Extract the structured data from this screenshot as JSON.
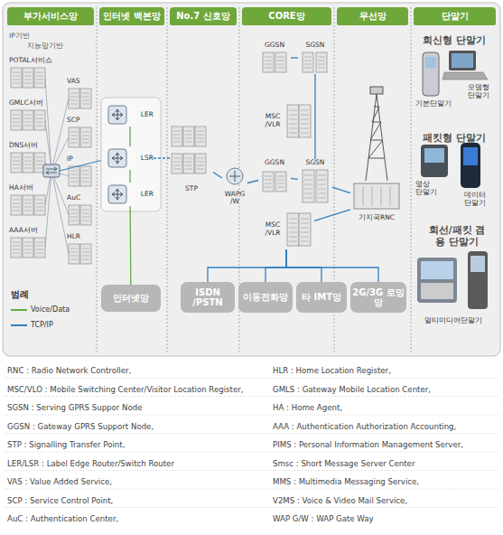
{
  "diagram": {
    "nodes": [
      {
        "text": [
          "부가서비스망"
        ]
      },
      {
        "text": [
          "인터넷 백본망"
        ]
      },
      {
        "text": [
          "No.7 신호망"
        ]
      },
      {
        "text": [
          "CORE망"
        ]
      },
      {
        "text": [
          "무선망"
        ]
      },
      {
        "text": [
          "단말기"
        ]
      },
      {
        "text": [
          "POTAL서비스"
        ],
        "in": 0
      },
      {
        "text": [
          "GMLC서버"
        ],
        "in": 0
      },
      {
        "text": [
          "DNS서버"
        ],
        "in": 0
      },
      {
        "text": [
          "HA서버"
        ],
        "in": 0
      },
      {
        "text": [
          "AAA서버"
        ],
        "in": 0
      },
      {
        "text": [
          "VAS"
        ],
        "in": 0
      },
      {
        "text": [
          "SCP"
        ],
        "in": 0
      },
      {
        "text": [
          "IP"
        ],
        "in": 0
      },
      {
        "text": [
          "AuC"
        ],
        "in": 0
      },
      {
        "text": [
          "HLR"
        ],
        "in": 0
      },
      {
        "text": [
          "LER"
        ],
        "in": 1
      },
      {
        "text": [
          "LSR"
        ],
        "in": 1
      },
      {
        "text": [
          "LER"
        ],
        "in": 1
      },
      {
        "text": [
          "인터넷망"
        ],
        "in": 1
      },
      {
        "text": [
          "STP"
        ],
        "in": 2
      },
      {
        "text": [
          "WAPG /W"
        ],
        "in": 2
      },
      {
        "text": [
          "GGSN"
        ],
        "in": 3
      },
      {
        "text": [
          "SGSN"
        ],
        "in": 3
      },
      {
        "text": [
          "MSC /VLR"
        ],
        "in": 3
      },
      {
        "text": [
          "GGSN"
        ],
        "in": 3
      },
      {
        "text": [
          "SGSN"
        ],
        "in": 3
      },
      {
        "text": [
          "MSC /VLR"
        ],
        "in": 3
      },
      {
        "text": [
          "기지국RNC"
        ],
        "in": 4
      },
      {
        "text": [
          "ISDN /PSTN"
        ]
      },
      {
        "text": [
          "이동전화망"
        ]
      },
      {
        "text": [
          "타 IMT망"
        ]
      },
      {
        "text": [
          "2G/3G 로밍 망"
        ]
      }
    ],
    "edges": [
      {
        "from": 16,
        "to": 17,
        "arrow": "none"
      },
      {
        "from": 17,
        "to": 18,
        "arrow": "none"
      },
      {
        "from": 17,
        "to": 20,
        "arrow": "none"
      },
      {
        "from": 18,
        "to": 19,
        "arrow": "none"
      },
      {
        "from": 20,
        "to": 21,
        "arrow": "none"
      },
      {
        "from": 21,
        "to": 25,
        "arrow": "none"
      },
      {
        "from": 22,
        "to": 23,
        "arrow": "none"
      },
      {
        "from": 23,
        "to": 26,
        "arrow": "none"
      },
      {
        "from": 25,
        "to": 26,
        "arrow": "none"
      },
      {
        "from": 26,
        "to": 28,
        "arrow": "none"
      },
      {
        "from": 27,
        "to": 28,
        "arrow": "none"
      },
      {
        "from": 27,
        "to": 29,
        "arrow": "none"
      },
      {
        "from": 27,
        "to": 30,
        "arrow": "none"
      },
      {
        "from": 27,
        "to": 31,
        "arrow": "none"
      },
      {
        "from": 27,
        "to": 32,
        "arrow": "none"
      }
    ],
    "labels": [
      "IP기반",
      "지능망기반",
      "범례",
      "회신형 단말기",
      "기본단말기",
      "모뎀형 단말기",
      "패킷형 단말기",
      "영상 단말기",
      "데이터 단말기",
      "회선/패킷 겸용 단말기",
      "멀티미디어단말기",
      "RNC : Radio Network Controller,",
      "MSC/VLO : Mobile Switching Center/Visitor Location Register,",
      "SGSN : Serving GPRS Suppor Node",
      "GGSN : Gateway GPRS Support Node,",
      "STP : Signalling Transfer Point,",
      "LER/LSR : Label Edge Router/Switch Router",
      "VAS : Value Added Service,",
      "SCP : Service Control Point,",
      "AuC : Authentication Center,",
      "HLR : Home Location Register,",
      "GMLS : Gateway Mobile Location Center,",
      "HA : Home Agent,",
      "AAA : Authentication Authorization Accounting,",
      "PIMS : Personal Information Management Server,",
      "Smsc : Short Message Server Center",
      "MMS : Multimedia Messaging Service,",
      "V2MS : Voice & Video Mail Service,",
      "WAP G/W : WAP Gate Way"
    ],
    "legend": [
      {
        "text": "Voice/Data"
      },
      {
        "text": "TCP/IP"
      }
    ]
  }
}
